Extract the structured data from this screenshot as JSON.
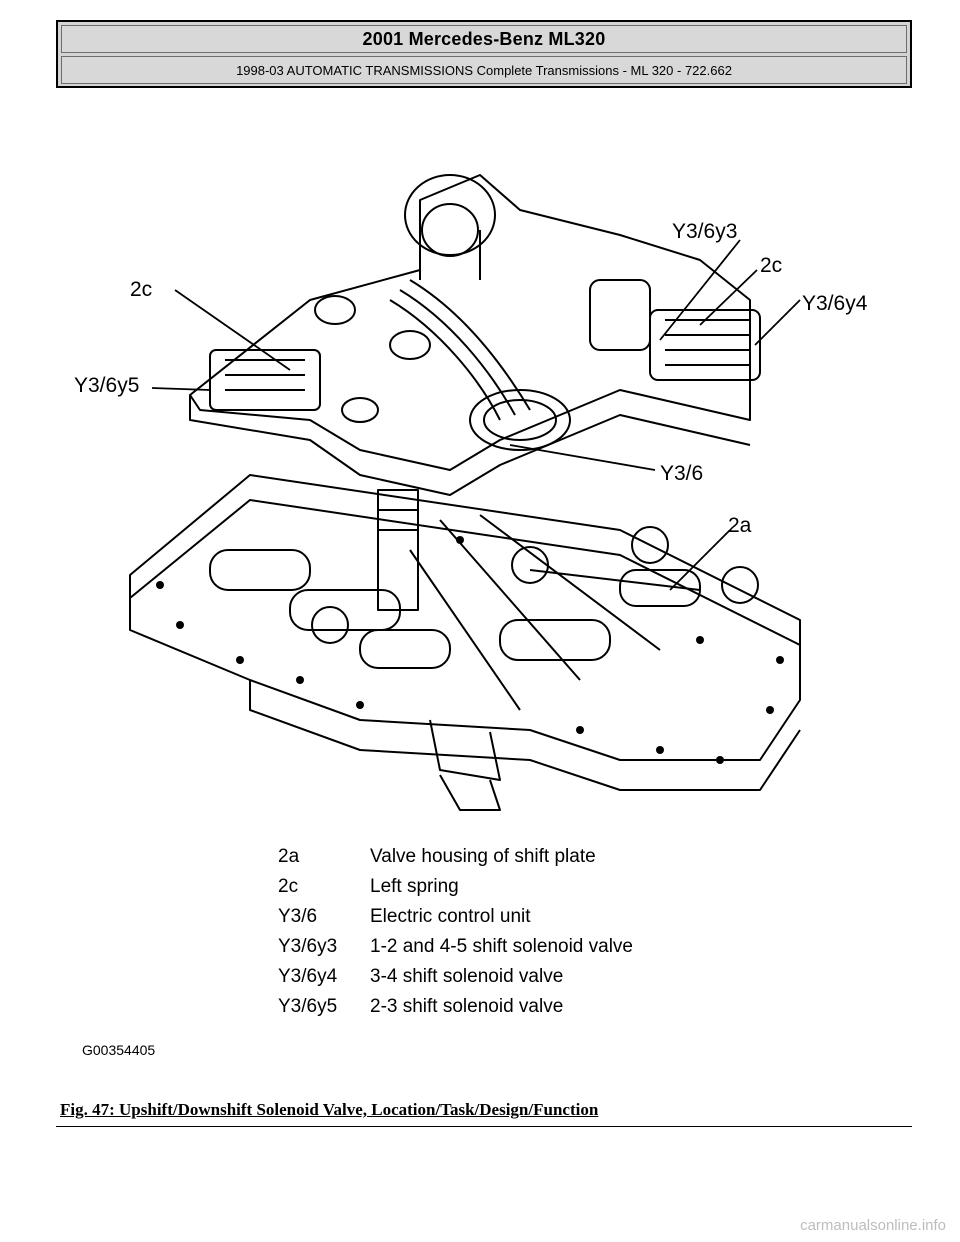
{
  "header": {
    "title": "2001 Mercedes-Benz ML320",
    "subtitle": "1998-03 AUTOMATIC TRANSMISSIONS Complete Transmissions - ML 320 - 722.662"
  },
  "figure": {
    "callouts": {
      "c1": "Y3/6y3",
      "c2": "2c",
      "c3": "Y3/6y4",
      "c4": "2c",
      "c5": "Y3/6y5",
      "c6": "Y3/6",
      "c7": "2a"
    },
    "legend": [
      {
        "code": "2a",
        "description": "Valve housing of shift plate"
      },
      {
        "code": "2c",
        "description": "Left spring"
      },
      {
        "code": "Y3/6",
        "description": "Electric control unit"
      },
      {
        "code": "Y3/6y3",
        "description": "1-2 and 4-5 shift solenoid valve"
      },
      {
        "code": "Y3/6y4",
        "description": "3-4 shift solenoid valve"
      },
      {
        "code": "Y3/6y5",
        "description": "2-3 shift solenoid valve"
      }
    ],
    "image_id": "G00354405"
  },
  "caption": "Fig. 47: Upshift/Downshift Solenoid Valve, Location/Task/Design/Function",
  "watermark": "carmanualsonline.info"
}
